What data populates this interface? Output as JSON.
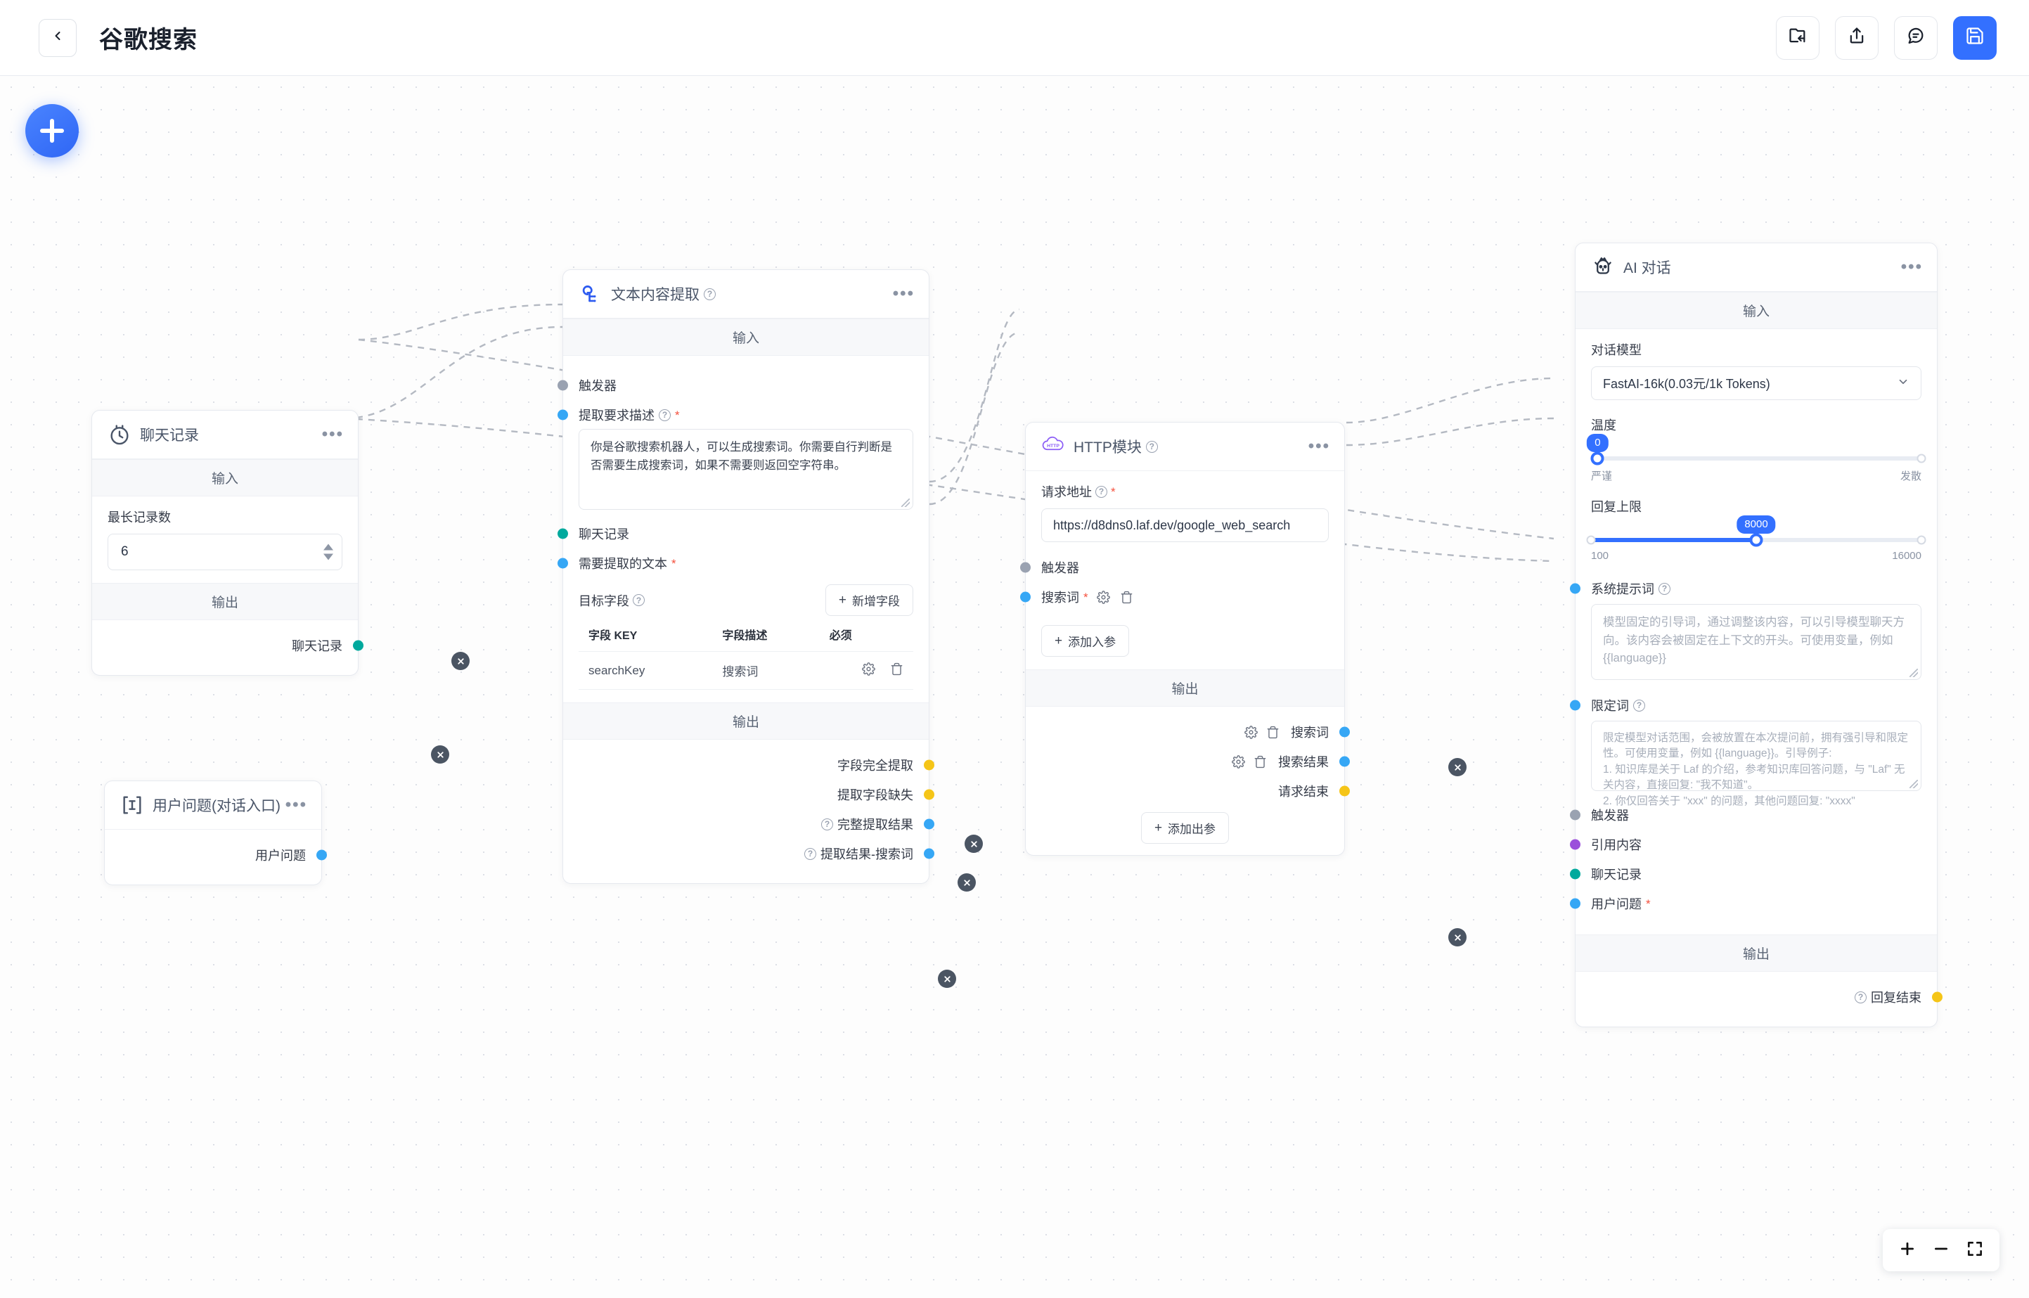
{
  "header": {
    "back_icon": "chevron-left-icon",
    "title": "谷歌搜索",
    "actions": [
      {
        "name": "import-folder-button",
        "icon": "folder-import-icon"
      },
      {
        "name": "export-button",
        "icon": "share-upload-icon"
      },
      {
        "name": "chat-button",
        "icon": "chat-bubble-icon"
      },
      {
        "name": "save-button",
        "icon": "floppy-save-icon"
      }
    ]
  },
  "canvas": {
    "add_node_button": "plus-icon",
    "zoom_controls": {
      "zoom_in": "plus-icon",
      "zoom_out": "minus-icon",
      "fit_view": "fit-view-icon"
    }
  },
  "nodes": {
    "chat_history": {
      "title": "聊天记录",
      "icon": "clock-history-icon",
      "menu": "•••",
      "input_section": "输入",
      "output_section": "输出",
      "max_records_label": "最长记录数",
      "max_records_value": "6",
      "output_handle": "聊天记录"
    },
    "user_question": {
      "title": "用户问题(对话入口)",
      "icon": "text-cursor-icon",
      "menu": "•••",
      "output_handle": "用户问题"
    },
    "text_extract": {
      "title": "文本内容提取",
      "icon": "extract-cloud-icon",
      "menu": "•••",
      "input_section": "输入",
      "output_section": "输出",
      "trigger_label": "触发器",
      "requirement_label": "提取要求描述",
      "requirement_value": "你是谷歌搜索机器人，可以生成搜索词。你需要自行判断是否需要生成搜索词，如果不需要则返回空字符串。",
      "chat_history_label": "聊天记录",
      "source_text_label": "需要提取的文本",
      "target_field_label": "目标字段",
      "add_field_button": "新增字段",
      "table_headers": [
        "字段 KEY",
        "字段描述",
        "必须"
      ],
      "table_rows": [
        {
          "key": "searchKey",
          "desc": "搜索词",
          "required": "",
          "settings_icon": "gear-icon",
          "delete_icon": "trash-icon"
        }
      ],
      "outputs": [
        {
          "label": "字段完全提取",
          "color": "yellow",
          "has_help": false
        },
        {
          "label": "提取字段缺失",
          "color": "yellow",
          "has_help": false
        },
        {
          "label": "完整提取结果",
          "color": "blue",
          "has_help": true
        },
        {
          "label": "提取结果-搜索词",
          "color": "blue",
          "has_help": true
        }
      ]
    },
    "http_module": {
      "title": "HTTP模块",
      "icon": "http-cloud-icon",
      "menu": "•••",
      "output_section": "输出",
      "url_label": "请求地址",
      "url_value": "https://d8dns0.laf.dev/google_web_search",
      "trigger_label": "触发器",
      "param_label": "搜索词",
      "add_input_button": "添加入参",
      "outputs": [
        {
          "label": "搜索词",
          "color": "blue"
        },
        {
          "label": "搜索结果",
          "color": "blue"
        },
        {
          "label": "请求结束",
          "color": "yellow"
        }
      ],
      "add_output_button": "添加出参"
    },
    "ai_chat": {
      "title": "AI 对话",
      "icon": "robot-icon",
      "menu": "•••",
      "input_section": "输入",
      "output_section": "输出",
      "model_label": "对话模型",
      "model_value": "FastAI-16k(0.03元/1k Tokens)",
      "temperature_label": "温度",
      "temperature_value": "0",
      "temperature_min_label": "严谨",
      "temperature_max_label": "发散",
      "max_tokens_label": "回复上限",
      "max_tokens_value": "8000",
      "max_tokens_min": "100",
      "max_tokens_max": "16000",
      "system_prompt_label": "系统提示词",
      "system_prompt_placeholder": "模型固定的引导词，通过调整该内容，可以引导模型聊天方向。该内容会被固定在上下文的开头。可使用变量，例如 {{language}}",
      "qualifier_label": "限定词",
      "qualifier_placeholder": "限定模型对话范围，会被放置在本次提问前，拥有强引导和限定性。可使用变量，例如 {{language}}。引导例子:\n1. 知识库是关于 Laf 的介绍，参考知识库回答问题，与 \"Laf\" 无关内容，直接回复: \"我不知道\"。\n2. 你仅回答关于 \"xxx\" 的问题，其他问题回复: \"xxxx\"",
      "inputs": [
        {
          "label": "触发器",
          "color": "grey",
          "required": false
        },
        {
          "label": "引用内容",
          "color": "purple",
          "required": false
        },
        {
          "label": "聊天记录",
          "color": "teal",
          "required": false
        },
        {
          "label": "用户问题",
          "color": "blue",
          "required": true
        }
      ],
      "outputs": [
        {
          "label": "回复结束",
          "color": "yellow",
          "has_help": true
        }
      ]
    }
  }
}
